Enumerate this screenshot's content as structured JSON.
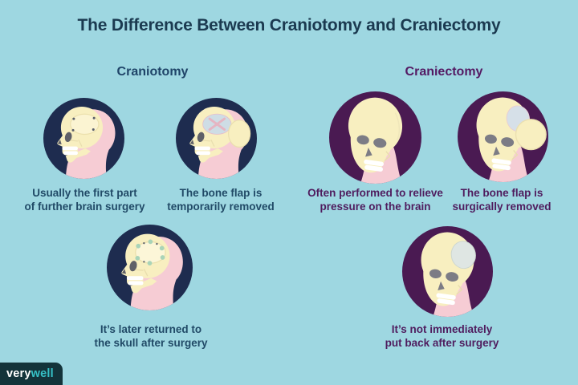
{
  "title": "The Difference Between Craniotomy and Craniectomy",
  "palette": {
    "background": "#9ed7e1",
    "navy_circle": "#1e2c4f",
    "purple_circle": "#4a1a52",
    "skull_cream": "#f8efc0",
    "skin_pink": "#f6ccd4",
    "brain_exposed_gray": "#cedde5",
    "opening_gray": "#dfe6e3",
    "title_color": "#1b3a50",
    "craniotomy_color": "#1f4468",
    "craniectomy_color": "#541a63",
    "fixation_plate_green": "#a9d4b8",
    "logo_background": "#13333a",
    "logo_well_accent": "#36c0c6"
  },
  "columns": {
    "craniotomy": {
      "heading": "Craniotomy",
      "steps": [
        {
          "caption_line1": "Usually the first part",
          "caption_line2": "of further brain surgery",
          "illustration": "skull-side-bone-flap-outlined"
        },
        {
          "caption_line1": "The bone flap is",
          "caption_line2": "temporarily removed",
          "illustration": "skull-side-flap-removed-brain-exposed"
        },
        {
          "caption_line1": "It’s later returned to",
          "caption_line2": "the skull after surgery",
          "illustration": "skull-side-flap-returned-with-plates"
        }
      ]
    },
    "craniectomy": {
      "heading": "Craniectomy",
      "steps": [
        {
          "caption_line1": "Often performed to relieve",
          "caption_line2": "pressure on the brain",
          "illustration": "skull-three-quarter-intact"
        },
        {
          "caption_line1": "The bone flap is",
          "caption_line2": "surgically removed",
          "illustration": "skull-three-quarter-opening-flap-beside"
        },
        {
          "caption_line1": "It’s not immediately",
          "caption_line2": "put back after surgery",
          "illustration": "skull-three-quarter-opening-no-flap"
        }
      ]
    }
  },
  "logo": {
    "part1": "very",
    "part2": "well"
  }
}
